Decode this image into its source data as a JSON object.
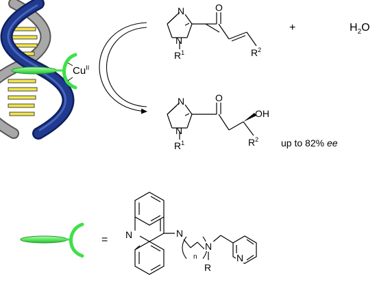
{
  "scheme": {
    "catalyst": {
      "metal": "Cu",
      "oxidation_state": "II"
    },
    "substrate": {
      "ring_atoms": [
        "N",
        "N"
      ],
      "carbonyl_O": "O",
      "n_sub": "R",
      "n_sub_index": "1",
      "r2": "R",
      "r2_index": "2"
    },
    "product": {
      "ring_atoms": [
        "N",
        "N"
      ],
      "carbonyl_O": "O",
      "hydroxyl": "OH",
      "n_sub": "R",
      "n_sub_index": "1",
      "r2": "R",
      "r2_index": "2"
    },
    "plus": "+",
    "water": {
      "h": "H",
      "sub": "2",
      "o": "O"
    },
    "selectivity": {
      "prefix": "up to 82%",
      "ee": "ee"
    }
  },
  "ligand": {
    "equals": "=",
    "acridine_N": "N",
    "amine_N1": "N",
    "amine_N2": "N",
    "n_index": "n",
    "r_group": "R",
    "pyridine_N": "N"
  },
  "colors": {
    "dna_blue": "#1f3a8f",
    "dna_gray": "#8a8a8a",
    "base_yellow": "#f2e64a",
    "ligand_green": "#3fe04a"
  }
}
